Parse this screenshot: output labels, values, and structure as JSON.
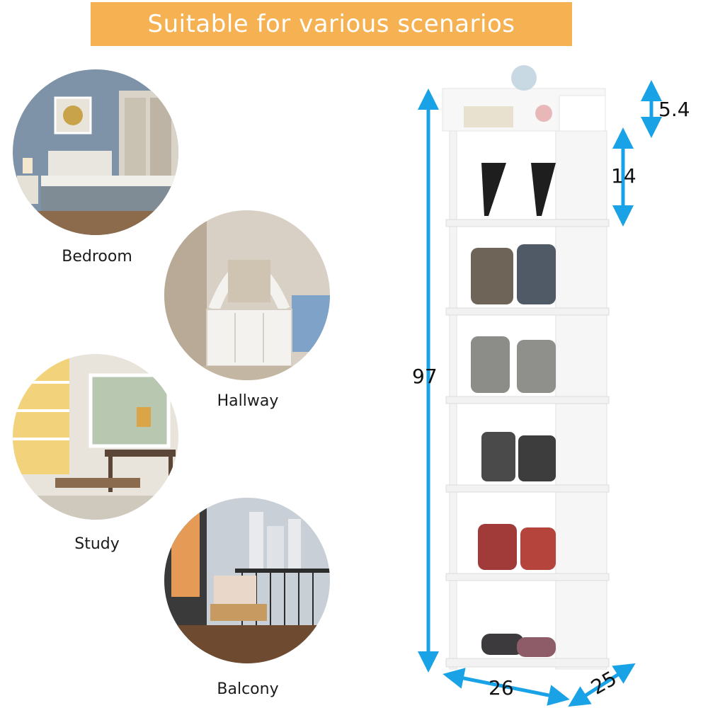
{
  "banner": {
    "title": "Suitable for various scenarios"
  },
  "scenes": [
    {
      "label": "Bedroom",
      "icon": "bedroom-photo"
    },
    {
      "label": "Hallway",
      "icon": "hallway-photo"
    },
    {
      "label": "Study",
      "icon": "study-photo"
    },
    {
      "label": "Balcony",
      "icon": "balcony-photo"
    }
  ],
  "dimensions": {
    "height": "97",
    "top_rail": "5.4",
    "shelf_gap": "14",
    "width": "26",
    "depth": "25"
  },
  "colors": {
    "banner": "#f6b152",
    "arrow": "#1aa2e6"
  }
}
